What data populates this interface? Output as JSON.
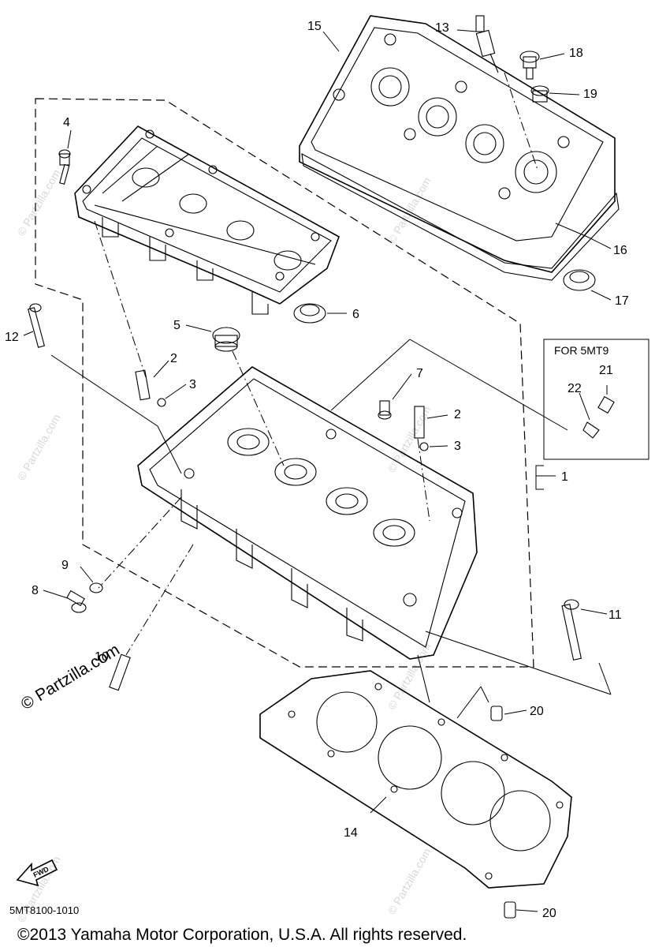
{
  "callouts": {
    "c1": "1",
    "c2a": "2",
    "c2b": "2",
    "c3a": "3",
    "c3b": "3",
    "c4": "4",
    "c5": "5",
    "c6": "6",
    "c7": "7",
    "c8": "8",
    "c9": "9",
    "c10": "10",
    "c11": "11",
    "c12": "12",
    "c13": "13",
    "c14": "14",
    "c15": "15",
    "c16": "16",
    "c17": "17",
    "c18": "18",
    "c19": "19",
    "c20a": "20",
    "c20b": "20",
    "c21": "21",
    "c22": "22"
  },
  "variant_box": {
    "label": "FOR 5MT9"
  },
  "fwd_arrow": {
    "label": "FWD"
  },
  "reference_code": "5MT8100-1010",
  "copyright": "©2013  Yamaha Motor Corporation, U.S.A. All rights reserved.",
  "watermark": {
    "text": "© Partzilla.com"
  }
}
